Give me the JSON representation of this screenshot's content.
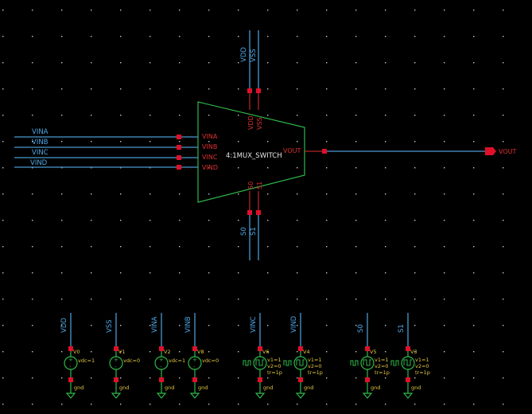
{
  "mux": {
    "name": "4:1MUX_SWITCH",
    "inputs": [
      "VINA",
      "VINB",
      "VINC",
      "VIND"
    ],
    "output_pin": "VOUT",
    "supply_pins": [
      "VDD",
      "VSS"
    ],
    "select_pins": [
      "S0",
      "S1"
    ]
  },
  "input_nets": [
    "VINA",
    "VINB",
    "VINC",
    "VIND"
  ],
  "top_nets": [
    "VDD",
    "VSS"
  ],
  "bottom_nets": [
    "S0",
    "S1"
  ],
  "output_net": "VOUT",
  "sources": [
    {
      "net": "VDD",
      "inst": "V0",
      "type": "dc",
      "params": [
        "vdc=1"
      ],
      "gnd": "gnd"
    },
    {
      "net": "VSS",
      "inst": "V1",
      "type": "dc",
      "params": [
        "vdc=0"
      ],
      "gnd": "gnd"
    },
    {
      "net": "VINA",
      "inst": "V2",
      "type": "dc",
      "params": [
        "vdc=1"
      ],
      "gnd": "gnd"
    },
    {
      "net": "VINB",
      "inst": "V8",
      "type": "dc",
      "params": [
        "vdc=0"
      ],
      "gnd": "gnd"
    },
    {
      "net": "VINC",
      "inst": "V6",
      "type": "pulse",
      "params": [
        "v1=1",
        "v2=0",
        "tr=1p"
      ],
      "gnd": "gnd"
    },
    {
      "net": "VIND",
      "inst": "V4",
      "type": "pulse",
      "params": [
        "v1=1",
        "v2=0",
        "tr=1p"
      ],
      "gnd": "gnd"
    },
    {
      "net": "S0",
      "inst": "V5",
      "type": "pulse",
      "params": [
        "v1=1",
        "v2=0",
        "tr=1p"
      ],
      "gnd": "gnd"
    },
    {
      "net": "S1",
      "inst": "V3",
      "type": "pulse",
      "params": [
        "v1=1",
        "v2=0",
        "tr=1p"
      ],
      "gnd": "gnd"
    }
  ],
  "colors": {
    "background": "#000000",
    "wire": "#4a9ad0",
    "net_label": "#4ea8e6",
    "pin_label": "#e03030",
    "symbol_outline": "#2fb84a",
    "param_text": "#e2c840",
    "pin_marker": "#e0102a",
    "grid_dot": "#c8c8c8"
  }
}
